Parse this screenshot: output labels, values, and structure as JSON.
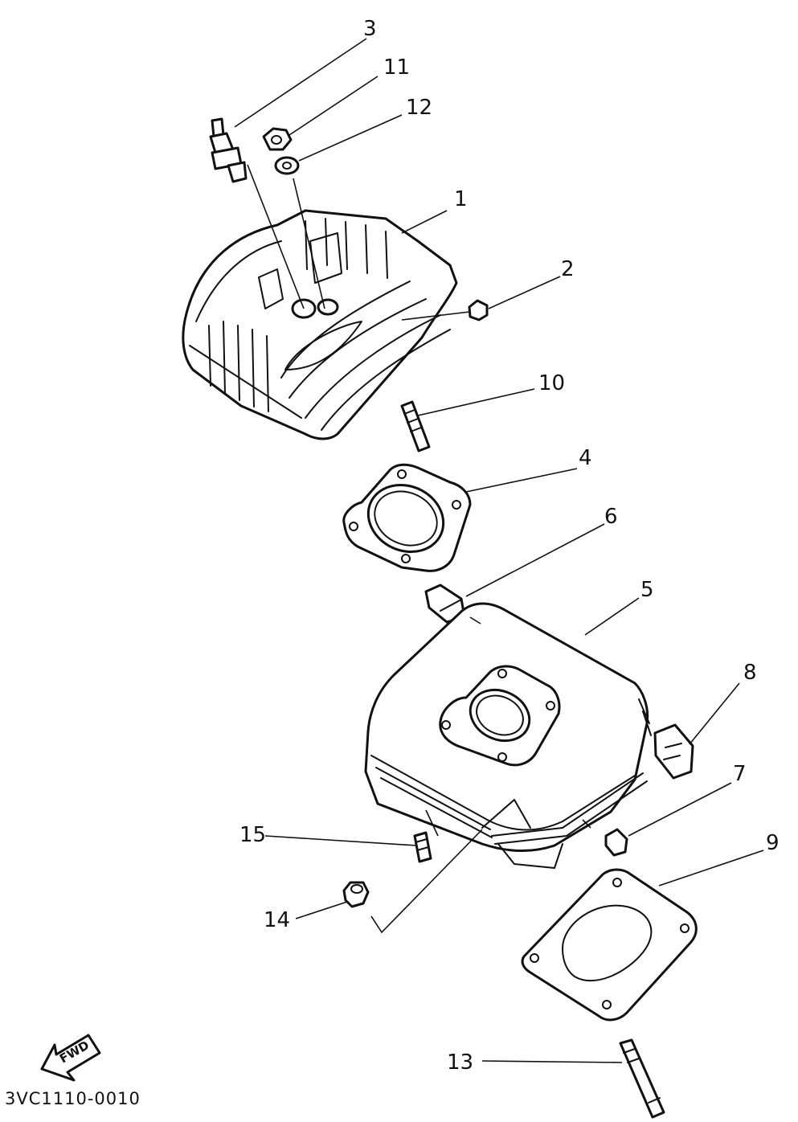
{
  "diagram": {
    "drawing_code": "3VC1110-0010",
    "fwd_label": "FWD",
    "callouts": [
      {
        "key": "c1",
        "label": "1"
      },
      {
        "key": "c2",
        "label": "2"
      },
      {
        "key": "c3",
        "label": "3"
      },
      {
        "key": "c4",
        "label": "4"
      },
      {
        "key": "c5",
        "label": "5"
      },
      {
        "key": "c6",
        "label": "6"
      },
      {
        "key": "c7",
        "label": "7"
      },
      {
        "key": "c8",
        "label": "8"
      },
      {
        "key": "c9",
        "label": "9"
      },
      {
        "key": "c10",
        "label": "10"
      },
      {
        "key": "c11",
        "label": "11"
      },
      {
        "key": "c12",
        "label": "12"
      },
      {
        "key": "c13",
        "label": "13"
      },
      {
        "key": "c14",
        "label": "14"
      },
      {
        "key": "c15",
        "label": "15"
      }
    ]
  },
  "colors": {
    "ink": "#111111",
    "paper": "#ffffff"
  }
}
